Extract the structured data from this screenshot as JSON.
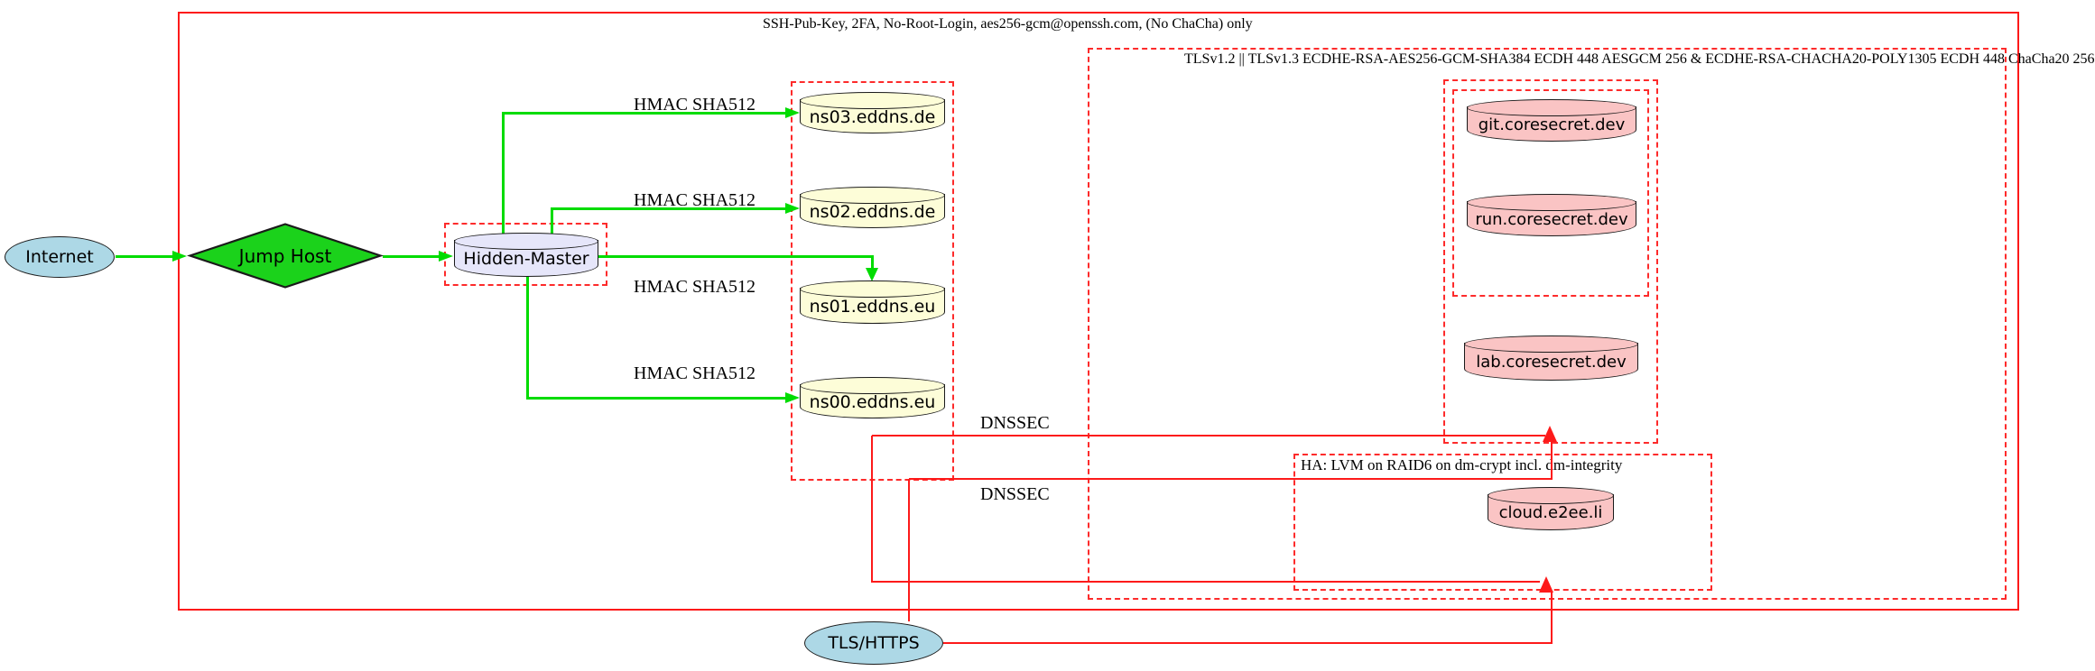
{
  "diagram": {
    "cluster_labels": {
      "ssh": "SSH-Pub-Key, 2FA, No-Root-Login, aes256-gcm@openssh.com, (No ChaCha) only",
      "tls": "TLSv1.2 || TLSv1.3 ECDHE-RSA-AES256-GCM-SHA384 ECDH 448 AESGCM 256 & ECDHE-RSA-CHACHA20-POLY1305 ECDH 448 ChaCha20 256",
      "ha": "HA: LVM on RAID6 on dm-crypt incl. dm-integrity"
    },
    "nodes": {
      "internet": {
        "label": "Internet",
        "shape": "ellipse",
        "fill": "#add8e6"
      },
      "jump_host": {
        "label": "Jump Host",
        "shape": "diamond",
        "fill": "#1bd21b"
      },
      "hidden_master": {
        "label": "Hidden-Master",
        "shape": "cylinder",
        "fill": "#e6e6fa"
      },
      "ns03": {
        "label": "ns03.eddns.de",
        "shape": "cylinder",
        "fill": "#fdfdd8"
      },
      "ns02": {
        "label": "ns02.eddns.de",
        "shape": "cylinder",
        "fill": "#fdfdd8"
      },
      "ns01": {
        "label": "ns01.eddns.eu",
        "shape": "cylinder",
        "fill": "#fdfdd8"
      },
      "ns00": {
        "label": "ns00.eddns.eu",
        "shape": "cylinder",
        "fill": "#fdfdd8"
      },
      "git": {
        "label": "git.coresecret.dev",
        "shape": "cylinder",
        "fill": "#fac4c4"
      },
      "run": {
        "label": "run.coresecret.dev",
        "shape": "cylinder",
        "fill": "#fac4c4"
      },
      "lab": {
        "label": "lab.coresecret.dev",
        "shape": "cylinder",
        "fill": "#fac4c4"
      },
      "cloud": {
        "label": "cloud.e2ee.li",
        "shape": "cylinder",
        "fill": "#fac4c4"
      },
      "tls_https": {
        "label": "TLS/HTTPS",
        "shape": "ellipse",
        "fill": "#add8e6"
      }
    },
    "edge_labels": {
      "hmac": "HMAC SHA512",
      "dnssec": "DNSSEC"
    },
    "colors": {
      "secure_transfer_edge": "#00dc00",
      "cluster_and_tls_edge": "#fd1a1a",
      "node_stroke": "#1a1a1a"
    }
  }
}
